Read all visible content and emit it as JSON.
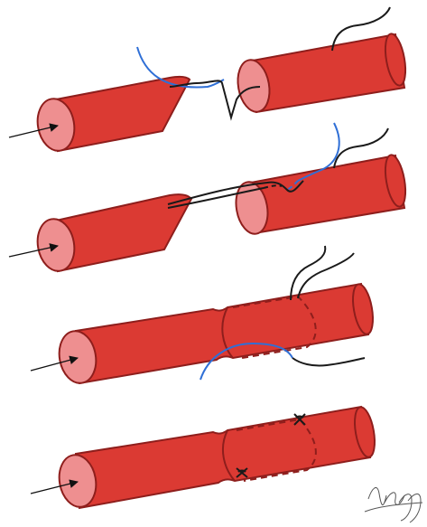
{
  "figure": {
    "description_free": true,
    "colors": {
      "vessel_fill": "#db3a33",
      "vessel_stroke": "#8e1e1c",
      "lumen_fill": "#ee8f90",
      "suture_blue": "#2f6fd6",
      "suture_black": "#1a1a1a",
      "arrow": "#111111"
    },
    "steps": [
      {
        "step": 1,
        "icon": "vessel-ends-separated"
      },
      {
        "step": 2,
        "icon": "suture-passed-through-ends"
      },
      {
        "step": 3,
        "icon": "ends-telescoped-sutures-pulled"
      },
      {
        "step": 4,
        "icon": "sutures-tied-knots"
      }
    ]
  }
}
